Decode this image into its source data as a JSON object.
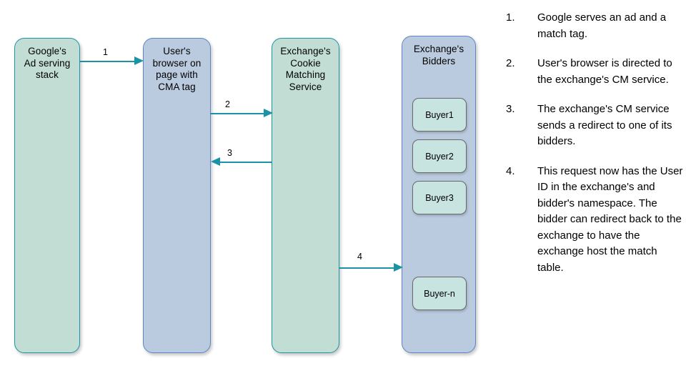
{
  "diagram": {
    "nodes": [
      {
        "id": "google",
        "label": "Google's\nAd serving\nstack",
        "fill": "#c2ddd3",
        "stroke": "#1a96a6"
      },
      {
        "id": "browser",
        "label": "User's\nbrowser on\npage with\nCMA tag",
        "fill": "#bbcbdf",
        "stroke": "#5b86c4"
      },
      {
        "id": "cms",
        "label": "Exchange's\nCookie\nMatching\nService",
        "fill": "#c2ddd3",
        "stroke": "#1a96a6"
      },
      {
        "id": "bidders",
        "label": "Exchange's\nBidders",
        "fill": "#bbcbdf",
        "stroke": "#5b86c4"
      }
    ],
    "buyers": [
      {
        "label": "Buyer1"
      },
      {
        "label": "Buyer2"
      },
      {
        "label": "Buyer3"
      },
      {
        "label": "Buyer-n"
      }
    ],
    "arrows": [
      {
        "number": "1",
        "direction": "right",
        "from": "google",
        "to": "browser"
      },
      {
        "number": "2",
        "direction": "right",
        "from": "browser",
        "to": "cms"
      },
      {
        "number": "3",
        "direction": "left",
        "from": "cms",
        "to": "browser"
      },
      {
        "number": "4",
        "direction": "right",
        "from": "cms",
        "to": "bidders"
      }
    ],
    "arrow_color": "#1a93a6"
  },
  "steps": [
    {
      "num": "1.",
      "text": "Google serves an ad and a match tag."
    },
    {
      "num": "2.",
      "text": "User's browser is directed to the exchange's CM service."
    },
    {
      "num": "3.",
      "text": "The exchange's CM service sends a redirect to one of its bidders."
    },
    {
      "num": "4.",
      "text": "This request now has the User ID in the exchange's and bidder's namespace. The bidder can redirect back to the exchange to have the exchange host the match table."
    }
  ]
}
